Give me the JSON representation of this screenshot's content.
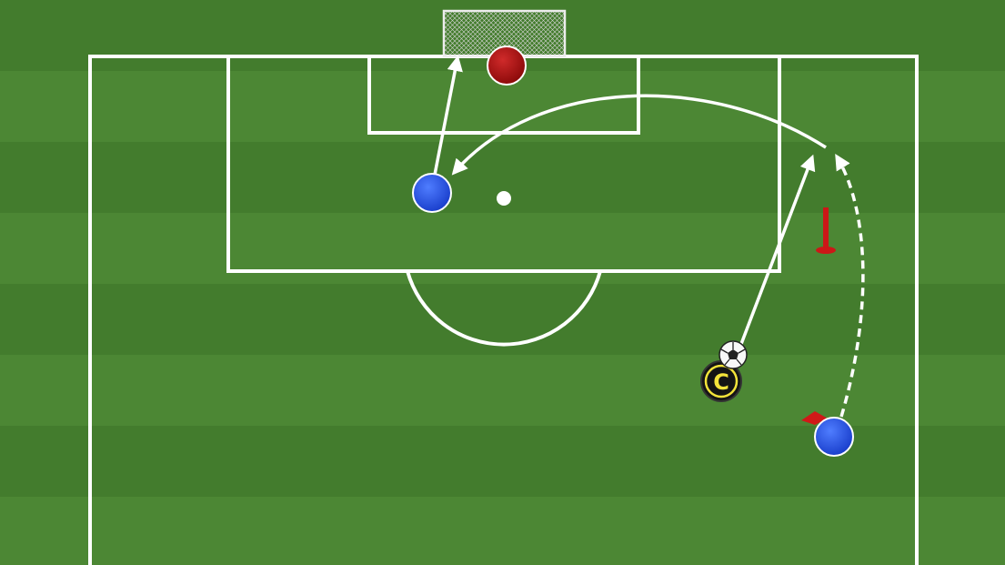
{
  "drill": {
    "coach_label": "C",
    "colors": {
      "grass_light": "#4f8a36",
      "grass_dark": "#3e7629",
      "lines": "#ffffff",
      "attacker": "#1f4fe0",
      "goalkeeper": "#b01010",
      "cone": "#d01818",
      "coach_fill": "#141414",
      "coach_ring": "#f3e33a"
    },
    "elements": {
      "attackers": 2,
      "goalkeepers": 1,
      "coaches": 1,
      "balls": 1,
      "poles": 1,
      "cones": 1
    },
    "movements": [
      {
        "type": "pass",
        "style": "solid",
        "from": "coach",
        "to": "near-post-run-end"
      },
      {
        "type": "run",
        "style": "dashed",
        "from": "wide-attacker",
        "to": "near-post-run-end"
      },
      {
        "type": "pass",
        "style": "solid-curved",
        "from": "near-post-run-end",
        "to": "central-attacker"
      },
      {
        "type": "shot",
        "style": "solid",
        "from": "central-attacker",
        "to": "goal"
      }
    ]
  }
}
